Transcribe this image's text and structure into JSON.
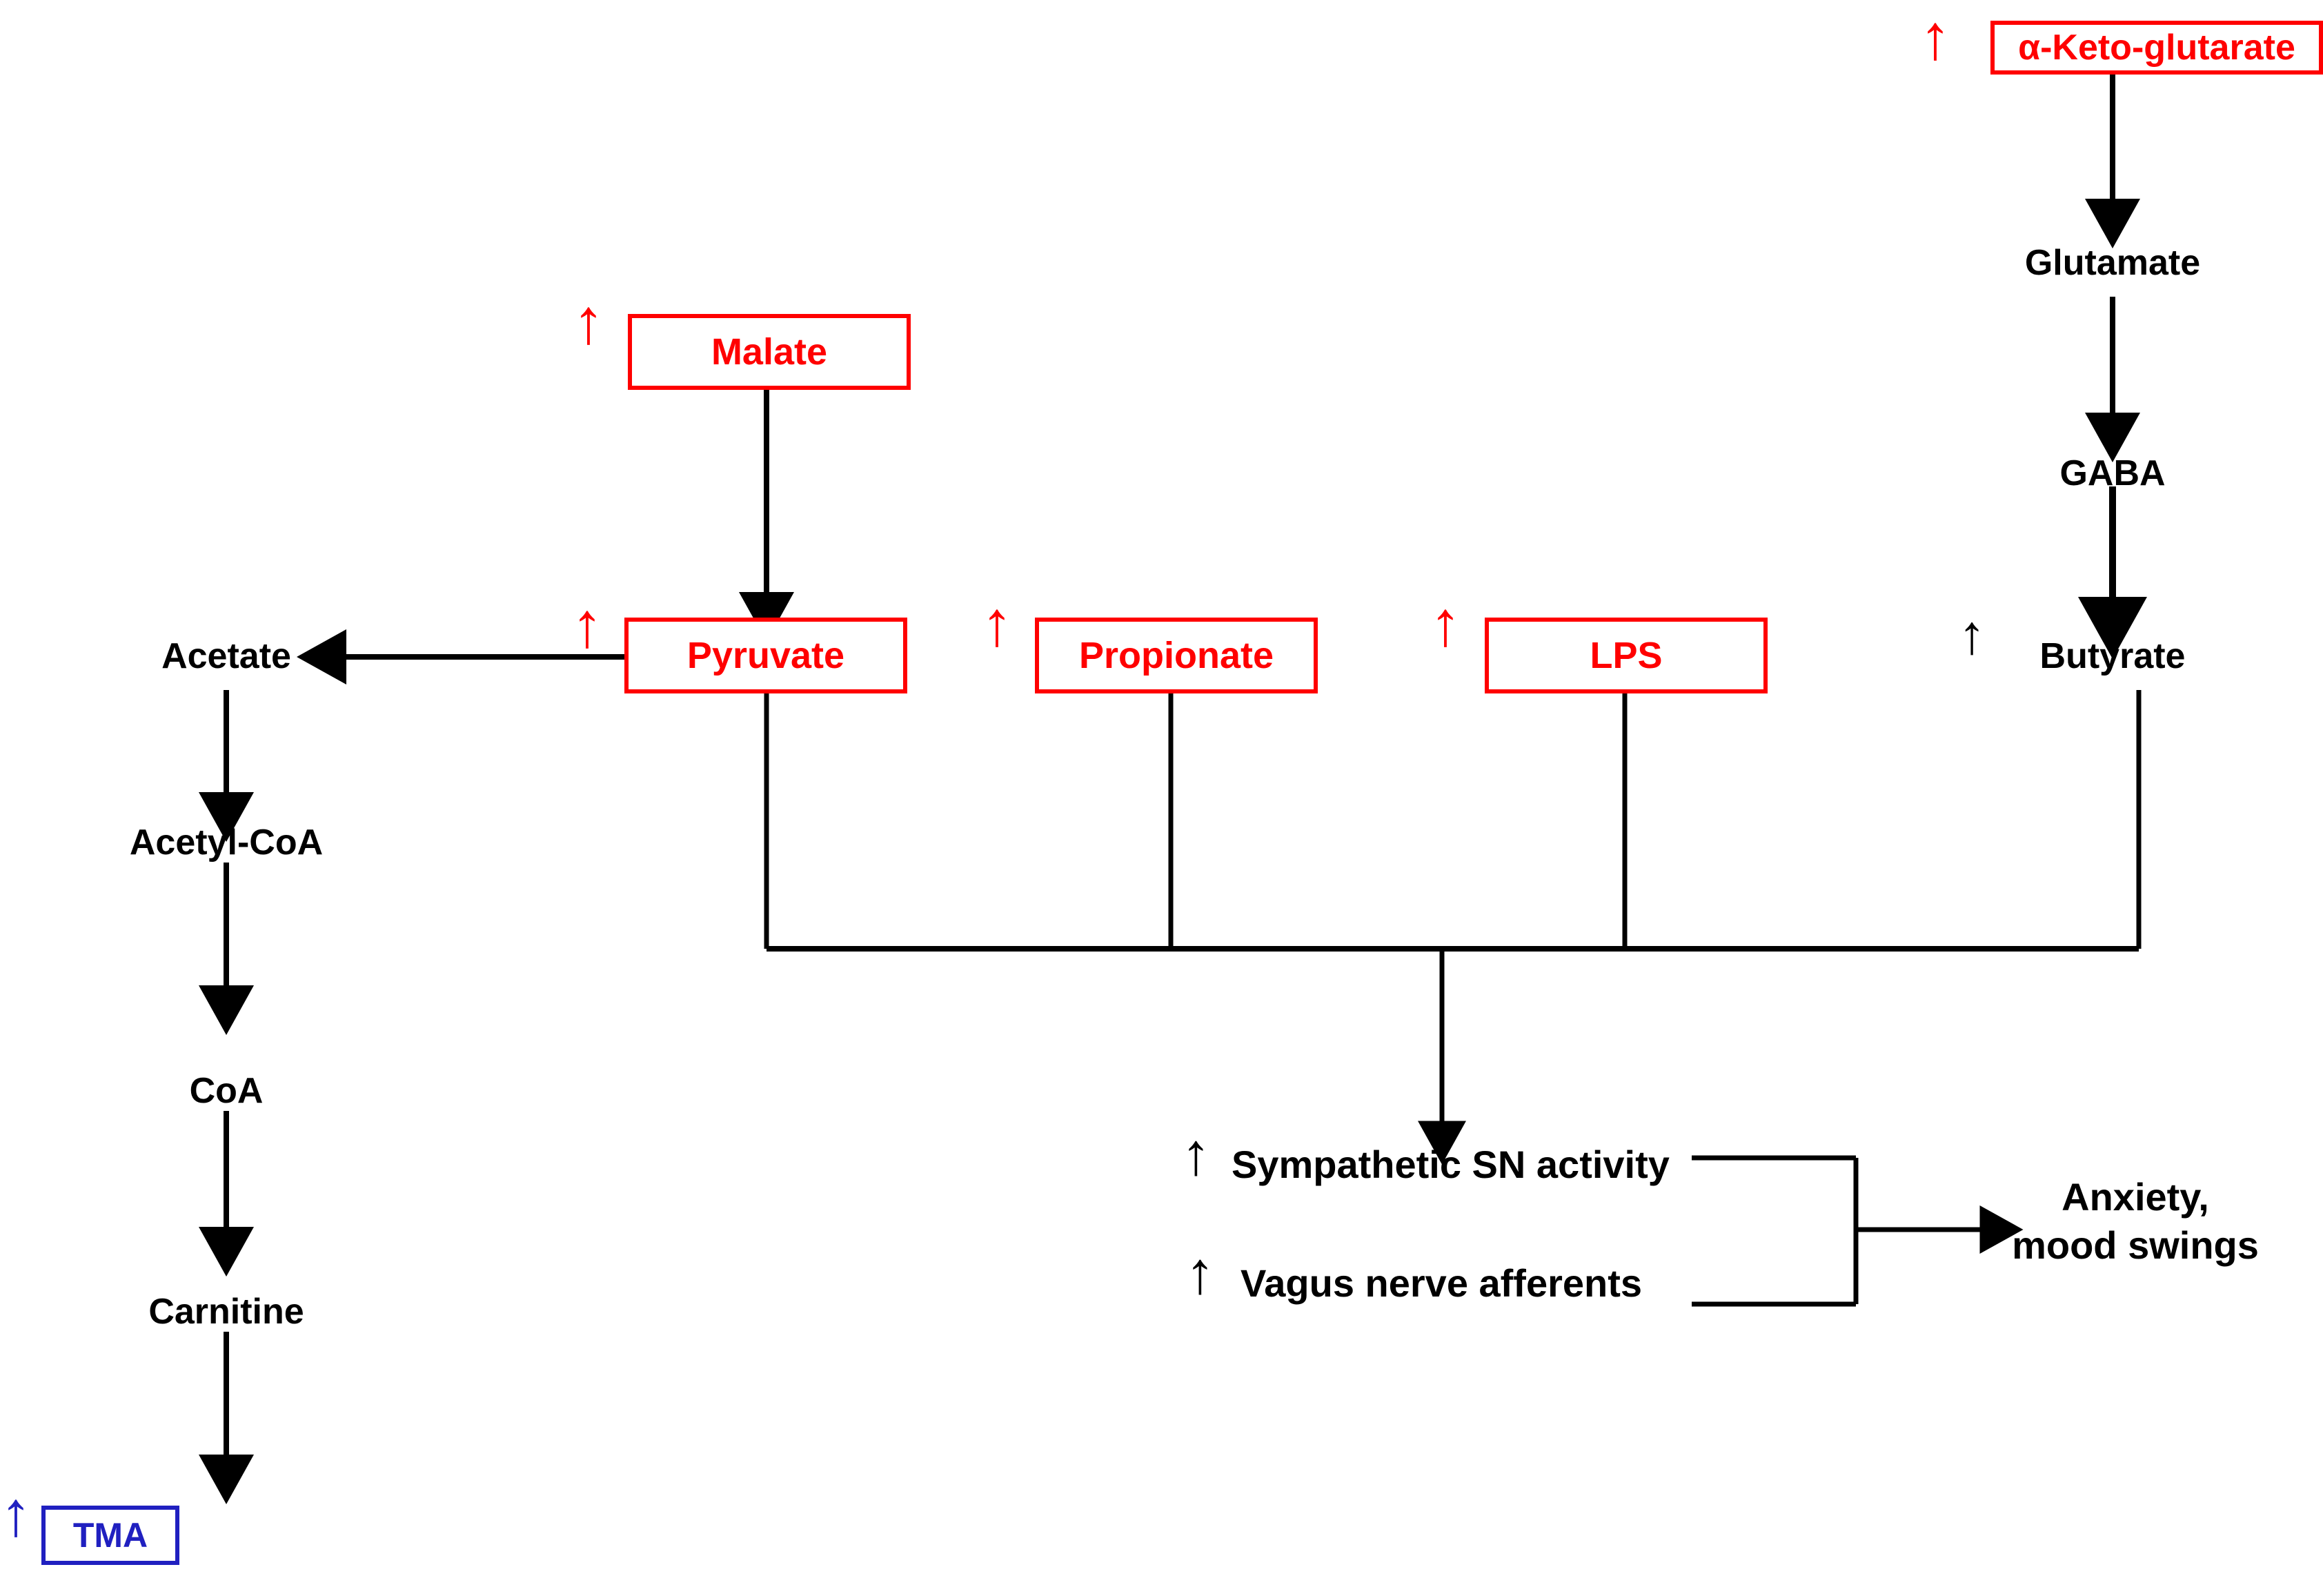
{
  "title": "Gut metabolite - gut-brain axis pathway diagram",
  "colors": {
    "red": "#ff0000",
    "blue": "#2020c0",
    "black": "#000000",
    "background": "#ffffff"
  },
  "chart_data": {
    "type": "diagram",
    "title": "Gut metabolite signalling to the brain",
    "nodes": [
      {
        "id": "alpha_ketoglutarate",
        "label": "α-Keto-glutarate",
        "style": "boxed",
        "color": "#ff0000",
        "change": "increased",
        "arrow": "up",
        "arrow_color": "#ff0000"
      },
      {
        "id": "glutamate",
        "label": "Glutamate",
        "style": "plain",
        "color": "#000000",
        "change": "none"
      },
      {
        "id": "gaba",
        "label": "GABA",
        "style": "plain",
        "color": "#000000",
        "change": "none"
      },
      {
        "id": "butyrate",
        "label": "Butyrate",
        "style": "plain",
        "color": "#000000",
        "change": "increased",
        "arrow": "up",
        "arrow_color": "#000000"
      },
      {
        "id": "malate",
        "label": "Malate",
        "style": "boxed",
        "color": "#ff0000",
        "change": "increased",
        "arrow": "up",
        "arrow_color": "#ff0000"
      },
      {
        "id": "pyruvate",
        "label": "Pyruvate",
        "style": "boxed",
        "color": "#ff0000",
        "change": "increased",
        "arrow": "up",
        "arrow_color": "#ff0000"
      },
      {
        "id": "propionate",
        "label": "Propionate",
        "style": "boxed",
        "color": "#ff0000",
        "change": "increased",
        "arrow": "up",
        "arrow_color": "#ff0000"
      },
      {
        "id": "lps",
        "label": "LPS",
        "style": "boxed",
        "color": "#ff0000",
        "change": "increased",
        "arrow": "up",
        "arrow_color": "#ff0000"
      },
      {
        "id": "acetate",
        "label": "Acetate",
        "style": "plain",
        "color": "#000000",
        "change": "none"
      },
      {
        "id": "acetyl_coa",
        "label": "Acetyl-CoA",
        "style": "plain",
        "color": "#000000",
        "change": "none"
      },
      {
        "id": "coa",
        "label": "CoA",
        "style": "plain",
        "color": "#000000",
        "change": "none"
      },
      {
        "id": "carnitine",
        "label": "Carnitine",
        "style": "plain",
        "color": "#000000",
        "change": "none"
      },
      {
        "id": "tma",
        "label": "TMA",
        "style": "boxed",
        "color": "#2020c0",
        "change": "increased",
        "arrow": "up",
        "arrow_color": "#2020c0"
      },
      {
        "id": "sympathetic",
        "label": "Sympathetic SN activity",
        "style": "plain",
        "color": "#000000",
        "change": "increased",
        "arrow": "up",
        "arrow_color": "#000000"
      },
      {
        "id": "vagus",
        "label": "Vagus nerve afferents",
        "style": "plain",
        "color": "#000000",
        "change": "increased",
        "arrow": "up",
        "arrow_color": "#000000"
      },
      {
        "id": "outcome",
        "label": "Anxiety,\nmood swings",
        "style": "plain",
        "color": "#000000",
        "change": "none"
      }
    ],
    "edges": [
      {
        "from": "alpha_ketoglutarate",
        "to": "glutamate",
        "kind": "arrow"
      },
      {
        "from": "glutamate",
        "to": "gaba",
        "kind": "arrow"
      },
      {
        "from": "gaba",
        "to": "butyrate",
        "kind": "arrow"
      },
      {
        "from": "malate",
        "to": "pyruvate",
        "kind": "arrow"
      },
      {
        "from": "pyruvate",
        "to": "acetate",
        "kind": "arrow"
      },
      {
        "from": "acetate",
        "to": "acetyl_coa",
        "kind": "arrow"
      },
      {
        "from": "acetyl_coa",
        "to": "coa",
        "kind": "arrow"
      },
      {
        "from": "coa",
        "to": "carnitine",
        "kind": "arrow"
      },
      {
        "from": "carnitine",
        "to": "tma",
        "kind": "arrow"
      },
      {
        "from": "pyruvate",
        "to": "bus",
        "kind": "line"
      },
      {
        "from": "propionate",
        "to": "bus",
        "kind": "line"
      },
      {
        "from": "lps",
        "to": "bus",
        "kind": "line"
      },
      {
        "from": "butyrate",
        "to": "bus",
        "kind": "line"
      },
      {
        "from": "bus",
        "to": "sympathetic",
        "kind": "arrow"
      },
      {
        "from": "sympathetic",
        "to": "bracket",
        "kind": "line"
      },
      {
        "from": "vagus",
        "to": "bracket",
        "kind": "line"
      },
      {
        "from": "bracket",
        "to": "outcome",
        "kind": "arrow"
      }
    ]
  },
  "right_chain": {
    "alpha_ketoglutarate": "α-Keto-glutarate",
    "glutamate": "Glutamate",
    "gaba": "GABA",
    "butyrate": "Butyrate"
  },
  "mid_row": {
    "malate": "Malate",
    "pyruvate": "Pyruvate",
    "propionate": "Propionate",
    "lps": "LPS"
  },
  "left_chain": {
    "acetate": "Acetate",
    "acetyl_coa": "Acetyl-CoA",
    "coa": "CoA",
    "carnitine": "Carnitine",
    "tma": "TMA"
  },
  "neural": {
    "sympathetic": "Sympathetic SN activity",
    "vagus": "Vagus nerve afferents",
    "outcome_line1": "Anxiety,",
    "outcome_line2": "mood swings"
  },
  "icons": {
    "up_arrow": "↑"
  }
}
